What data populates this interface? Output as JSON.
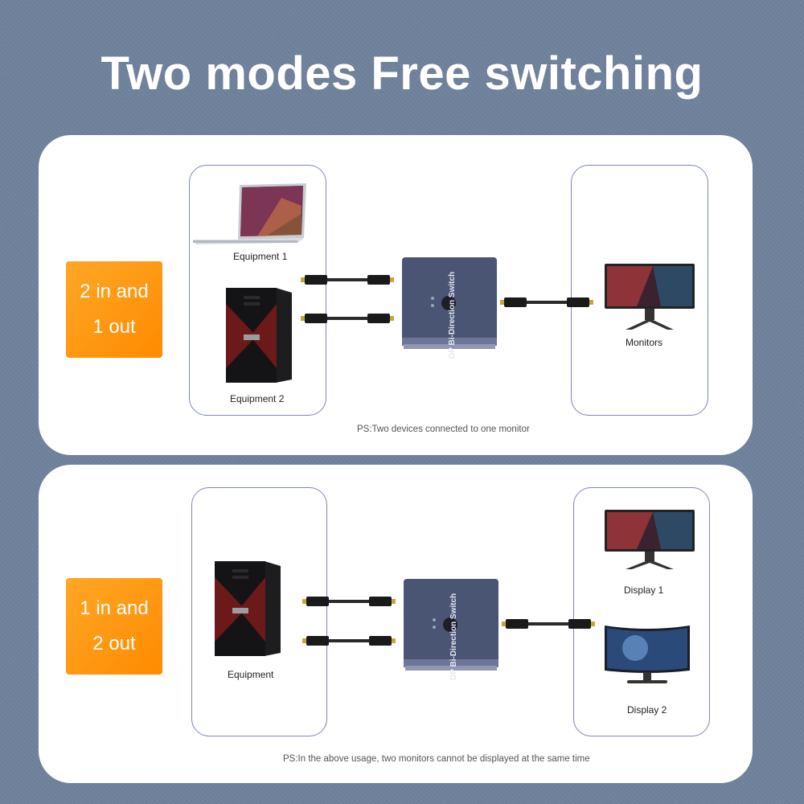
{
  "title": "Two modes Free switching",
  "modes": [
    {
      "badge_line1": "2 in and",
      "badge_line2": "1 out",
      "left_labels": [
        "Equipment 1",
        "Equipment 2"
      ],
      "right_labels": [
        "Monitors"
      ],
      "switch_label": "DP Bi-Direction Switch",
      "note": "PS:Two devices connected to one monitor"
    },
    {
      "badge_line1": "1 in and",
      "badge_line2": "2 out",
      "left_labels": [
        "Equipment"
      ],
      "right_labels": [
        "Display 1",
        "Display 2"
      ],
      "switch_label": "DP Bi-Direction Switch",
      "note": "PS:In the above usage, two monitors cannot be displayed at the same time"
    }
  ],
  "colors": {
    "background": "#6f819c",
    "badge": "#ff8a00",
    "box_border": "#7d88b5",
    "switch_body": "#4a5574"
  },
  "icons": [
    "laptop-icon",
    "pc-tower-icon",
    "dp-cable-icon",
    "dp-switch-icon",
    "monitor-icon",
    "curved-monitor-icon"
  ]
}
